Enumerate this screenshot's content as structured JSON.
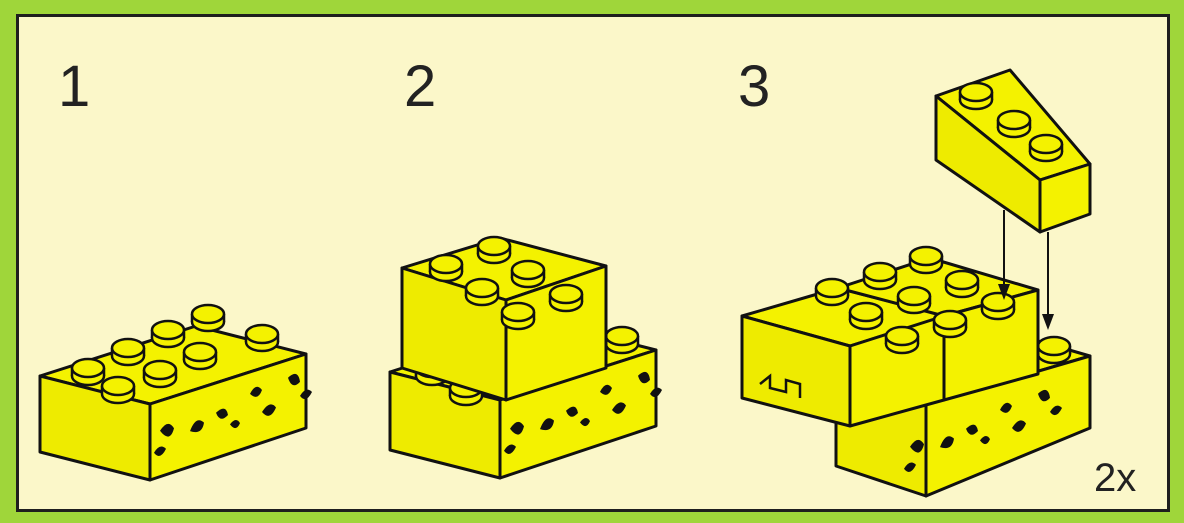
{
  "steps": [
    {
      "number": "1"
    },
    {
      "number": "2"
    },
    {
      "number": "3"
    }
  ],
  "quantity_label": "2x",
  "colors": {
    "background": "#9fd63a",
    "panel": "#fbf7c9",
    "brick_yellow": "#f4f200",
    "brick_shade": "#e3df00",
    "outline": "#111111",
    "spots": "#111111"
  },
  "icons": [
    "brick-2x4-spotted",
    "brick-2x4-plain",
    "slope-brick",
    "wedge-plate",
    "down-arrow"
  ]
}
